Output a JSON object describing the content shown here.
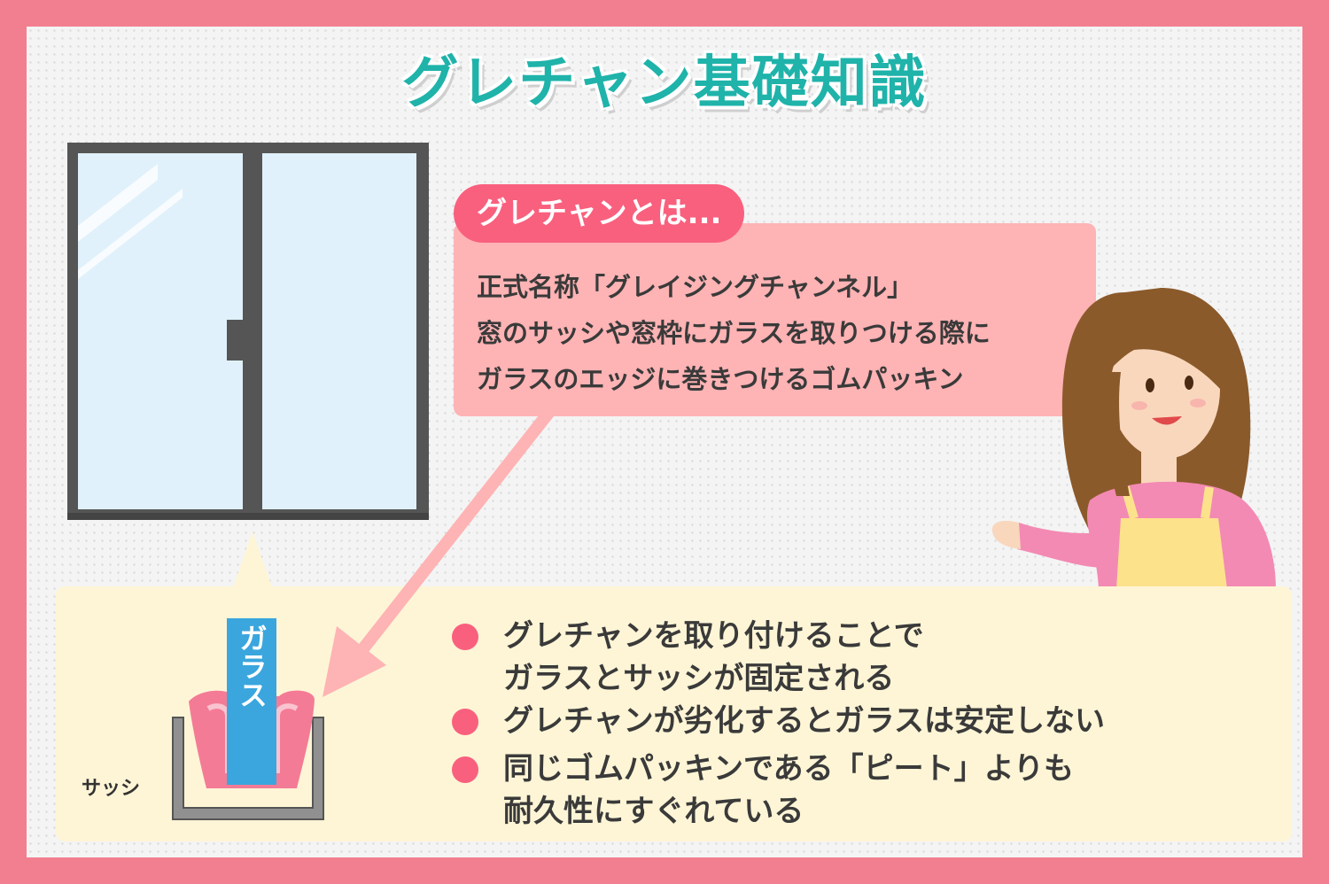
{
  "title": "グレチャン基礎知識",
  "bubble": {
    "tag": "グレチャンとは...",
    "lines": [
      "正式名称「グレイジングチャンネル」",
      "窓のサッシや窓枠にガラスを取りつける際に",
      "ガラスのエッジに巻きつけるゴムパッキン"
    ]
  },
  "diagram": {
    "glass_label": "ガラス",
    "sash_label": "サッシ"
  },
  "points": [
    {
      "line1": "グレチャンを取り付けることで",
      "line2": "ガラスとサッシが固定される"
    },
    {
      "line1": "グレチャンが劣化するとガラスは安定しない",
      "line2": ""
    },
    {
      "line1": "同じゴムパッキンである「ピート」よりも",
      "line2": "耐久性にすぐれている"
    }
  ],
  "colors": {
    "frame": "#f27f8f",
    "title": "#1fb3aa",
    "accent": "#f9607e",
    "bubble": "#feb3b4",
    "panel": "#fef5d6",
    "glass": "#e0f1fb",
    "glass_strip": "#3aa6dd",
    "window_frame": "#555555"
  },
  "icons": [
    "window-illustration",
    "woman-illustration",
    "arrow-icon",
    "sash-cross-section-icon"
  ]
}
